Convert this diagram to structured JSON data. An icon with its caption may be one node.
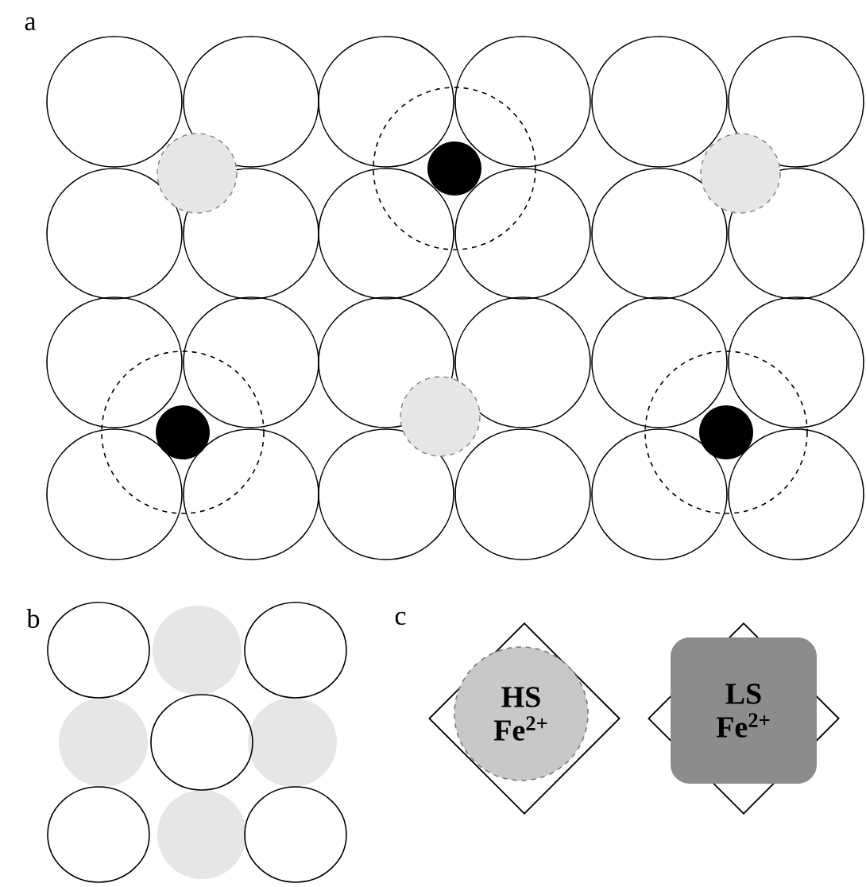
{
  "diagram": {
    "nodes": [
      {
        "text": [],
        "shape": "diamond"
      },
      {
        "text": [
          "HS Fe$^{2+}$"
        ],
        "in": 0
      },
      {
        "text": [],
        "shape": "diamond"
      },
      {
        "text": [
          "LS Fe$^{2+}$"
        ],
        "in": 2
      }
    ],
    "labels": [
      "a",
      "b",
      "c"
    ]
  }
}
